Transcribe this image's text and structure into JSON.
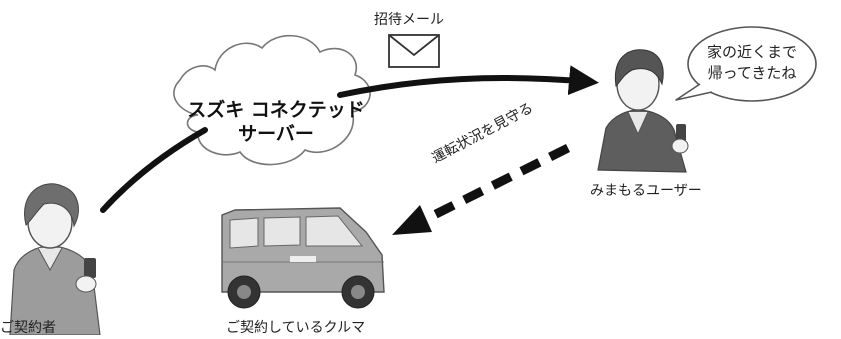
{
  "diagram": {
    "cloud": {
      "line1": "スズキ コネクテッド",
      "line2": "サーバー"
    },
    "mail_label": "招待メール",
    "speech_bubble": {
      "line1": "家の近くまで",
      "line2": "帰ってきたね"
    },
    "monitor_arrow_label": "運転状況を見守る",
    "contractor_label": "ご契約者",
    "car_label": "ご契約しているクルマ",
    "watcher_label": "みまもるユーザー"
  },
  "colors": {
    "arrow": "#111111",
    "car_body": "#a9a9a9",
    "figure_gray": "#9a9a9a",
    "outline": "#555555"
  }
}
